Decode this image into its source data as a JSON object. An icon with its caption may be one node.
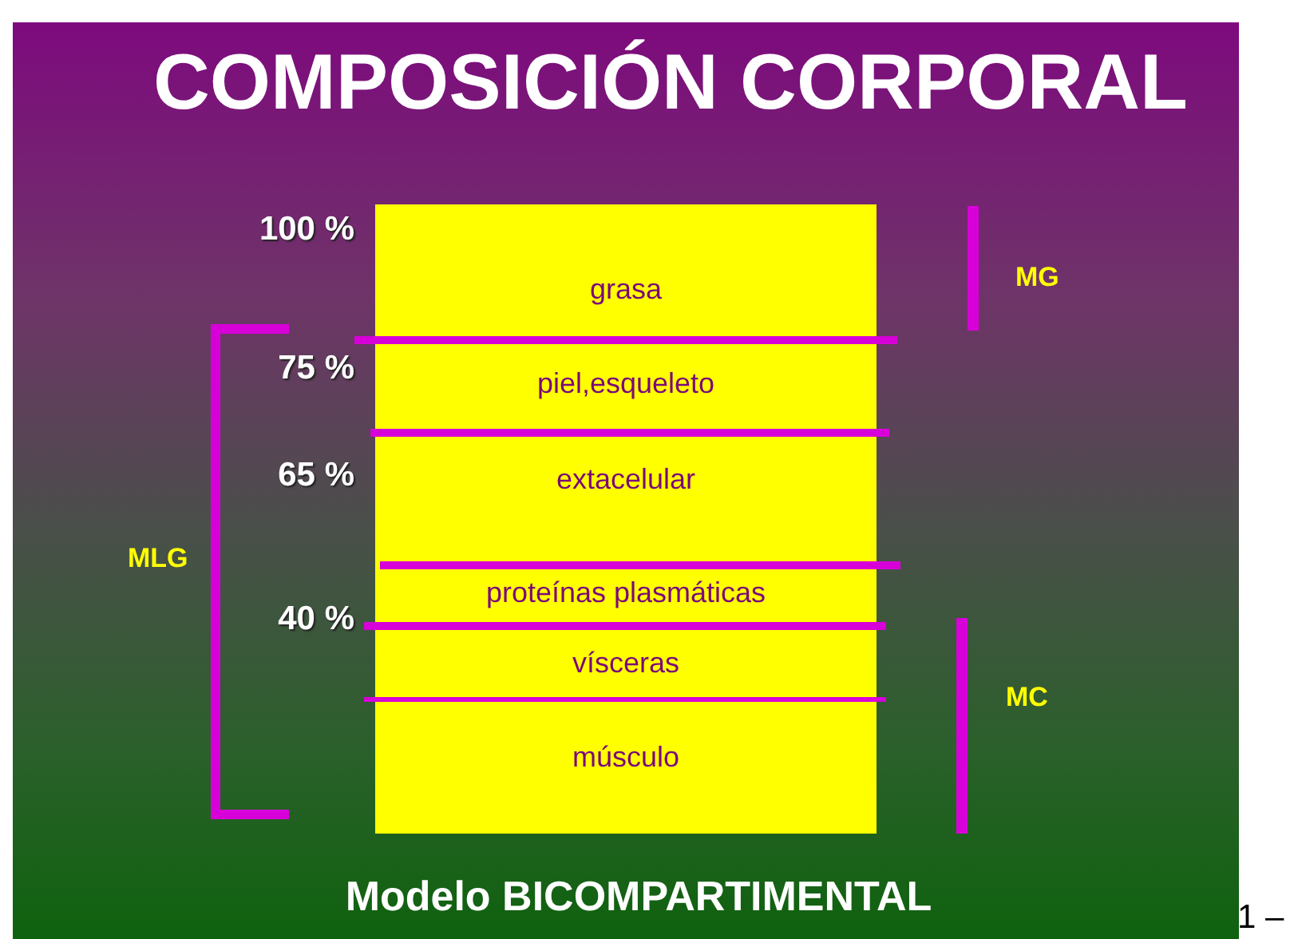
{
  "diagram": {
    "title": "COMPOSICIÓN CORPORAL",
    "caption": "Modelo BICOMPARTIMENTAL",
    "nodes": [
      {
        "text": [],
        "shape": "bar"
      },
      {
        "text": [
          "grasa"
        ],
        "in": 0
      },
      {
        "text": [
          "piel,esqueleto"
        ],
        "in": 0
      },
      {
        "text": [
          "extacelular"
        ],
        "in": 0
      },
      {
        "text": [
          "proteínas plasmáticas"
        ],
        "in": 0
      },
      {
        "text": [
          "vísceras"
        ],
        "in": 0
      },
      {
        "text": [
          "músculo"
        ],
        "in": 0
      }
    ],
    "labels": [
      "100 %",
      "75 %",
      "65 %",
      "40 %",
      "MG",
      "MLG",
      "MC",
      "1 –"
    ]
  }
}
